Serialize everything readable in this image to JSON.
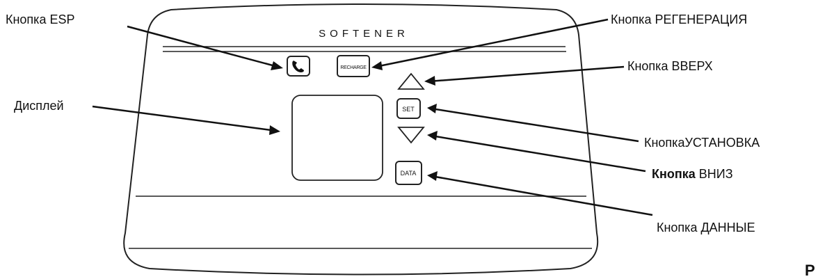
{
  "brand": "SOFTENER",
  "buttons": {
    "recharge": "RECHARGE",
    "set": "SET",
    "data": "DATA"
  },
  "labels": {
    "esp": "Кнопка ESP",
    "recharge": "Кнопка РЕГЕНЕРАЦИЯ",
    "up": "Кнопка ВВЕРХ",
    "display": "Дисплей",
    "set": "КнопкаУСТАНОВКА",
    "down_prefix": "Кнопка",
    "down_suffix": "ВНИЗ",
    "data": "Кнопка ДАННЫЕ"
  },
  "corner_text": "P",
  "icons": {
    "esp": "phone-handset-icon",
    "up": "up-triangle-icon",
    "down": "down-triangle-icon"
  }
}
